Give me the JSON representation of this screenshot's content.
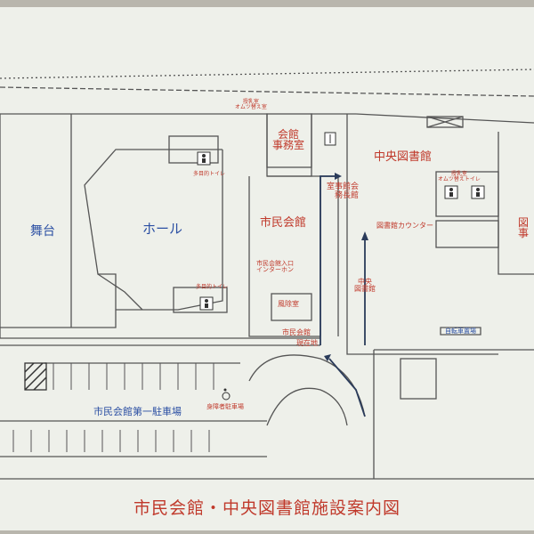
{
  "rooms": {
    "stage": "舞台",
    "hall": "ホール",
    "civic_office": "会館\n事務室",
    "civic_hall": "市民会館",
    "library": "中央図書館",
    "library_office_partial": "図\n事",
    "civic_ex_office": "会館\n館長\n事務\n室",
    "civic_wind_room": "風除室",
    "library_counter": "図書館カウンター",
    "central_library_entrance": "中央\n図書館",
    "civic_hall_entrance": "市民会館",
    "current_location": "現在地",
    "intercom": "市民会館入口\nインターホン",
    "toilet_multi_1": "多目的トイレ",
    "toilet_multi_2": "多目的トイレ",
    "nursing_room_1": "授乳室\nオムツ替え室",
    "nursing_room_2": "授乳室\nオムツ替えトイレ",
    "parking_1": "市民会館第一駐車場",
    "disabled_parking": "身障者駐車場",
    "bicycle_parking": "自転車置場"
  },
  "title": "市民会館・中央図書館施設案内図",
  "colors": {
    "background": "#eef0ea",
    "line": "#555555",
    "label_blue": "#2b4fa3",
    "label_red": "#c0392b",
    "arrow": "#2a3b5a"
  },
  "icons": [
    "restroom-icon",
    "wheelchair-icon",
    "elevator-icon",
    "stroller-icon"
  ]
}
